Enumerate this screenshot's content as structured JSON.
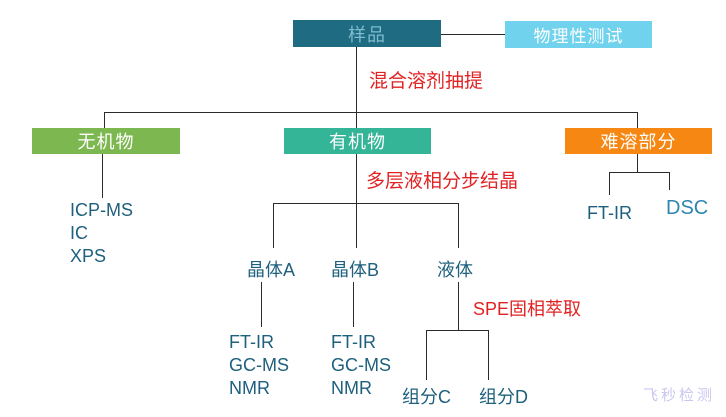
{
  "diagram": {
    "title_node": "样品",
    "watermark": "飞秒检测"
  },
  "colors": {
    "sample_box": "#1e6b82",
    "sample_text": "#7fbccd",
    "physical_box": "#70d2ed",
    "inorganic_box": "#7cb750",
    "organic_box": "#35b598",
    "insoluble_box": "#f68712",
    "box_text": "#ffffff",
    "label_blue": "#1e607d",
    "dsc_blue": "#2e86b0",
    "annotation_red": "#e02222",
    "line": "#2b2b2b",
    "watermark": "#c9c6ef"
  },
  "nodes": {
    "sample": "样品",
    "physical_test": "物理性测试",
    "inorganic": "无机物",
    "organic": "有机物",
    "insoluble": "难溶部分"
  },
  "annotations": {
    "extraction": "混合溶剂抽提",
    "crystallization": "多层液相分步结晶",
    "spe": "SPE固相萃取"
  },
  "leaves": {
    "inorganic_methods": [
      "ICP-MS",
      "IC",
      "XPS"
    ],
    "crystal_a": "晶体A",
    "crystal_b": "晶体B",
    "liquid": "液体",
    "crystal_a_methods": [
      "FT-IR",
      "GC-MS",
      "NMR"
    ],
    "crystal_b_methods": [
      "FT-IR",
      "GC-MS",
      "NMR"
    ],
    "fraction_c": "组分C",
    "fraction_d": "组分D",
    "insoluble_ftir": "FT-IR",
    "insoluble_dsc": "DSC"
  }
}
